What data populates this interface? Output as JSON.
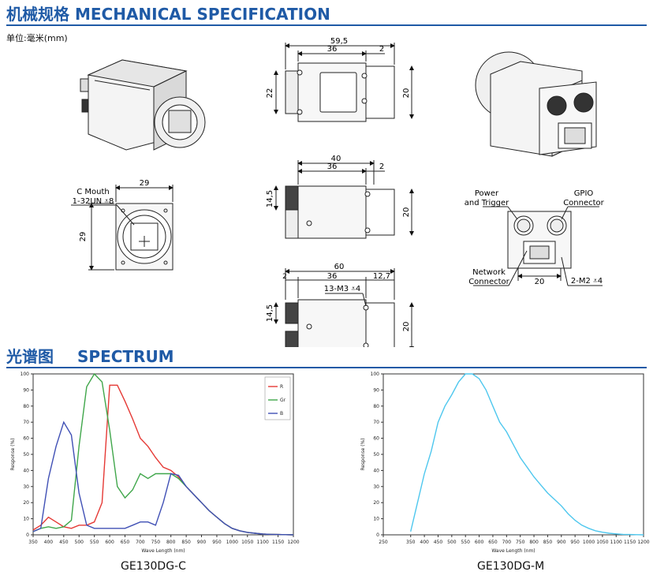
{
  "header": {
    "title_cn": "机械规格",
    "title_en": "MECHANICAL SPECIFICATION",
    "unit_note": "单位:毫米(mm)"
  },
  "mech": {
    "top": {
      "overall": "59,5",
      "body": "36",
      "flange": "2",
      "height_left": "22",
      "height_right": "20"
    },
    "side": {
      "overall": "40",
      "body": "36",
      "flange": "2",
      "height_left": "14,5",
      "height_right": "20"
    },
    "bottom": {
      "overall": "60",
      "left": "2",
      "body": "36",
      "right": "12,7",
      "thread": "13-M3 ⩡4",
      "height_left": "14,5",
      "height_right": "20"
    },
    "front": {
      "mount_line1": "C Mouth",
      "mount_line2": "1-32UN ⩡8",
      "width": "29",
      "height": "29"
    },
    "rear": {
      "power_line1": "Power",
      "power_line2": "and Trigger",
      "gpio_line1": "GPIO",
      "gpio_line2": "Connector",
      "net_line1": "Network",
      "net_line2": "Connector",
      "width": "20",
      "thread": "2-M2 ⩡4"
    }
  },
  "spectrum": {
    "title_cn": "光谱图",
    "title_en": "SPECTRUM"
  },
  "chart_data": [
    {
      "type": "line",
      "caption": "GE130DG-C",
      "xlabel": "Wave Length (nm)",
      "ylabel": "Response (%)",
      "xlim": [
        350,
        1200
      ],
      "ylim": [
        0,
        100
      ],
      "xticks": [
        350,
        400,
        450,
        500,
        550,
        600,
        650,
        700,
        750,
        800,
        850,
        900,
        950,
        1000,
        1050,
        1100,
        1150,
        1200
      ],
      "yticks": [
        0,
        10,
        20,
        30,
        40,
        50,
        60,
        70,
        80,
        90,
        100
      ],
      "grid": false,
      "legend": "top-right",
      "x": [
        350,
        375,
        400,
        425,
        450,
        475,
        500,
        525,
        550,
        575,
        600,
        625,
        650,
        675,
        700,
        725,
        750,
        775,
        800,
        825,
        850,
        875,
        900,
        925,
        950,
        975,
        1000,
        1025,
        1050,
        1075,
        1100,
        1125,
        1150,
        1175,
        1200
      ],
      "series": [
        {
          "name": "R",
          "color": "#e53935",
          "values": [
            3,
            6,
            11,
            8,
            5,
            4,
            6,
            6,
            8,
            20,
            93,
            93,
            83,
            72,
            60,
            55,
            48,
            42,
            40,
            36,
            30,
            25,
            20,
            15,
            11,
            7,
            4,
            2.5,
            1.5,
            1,
            0.5,
            0.3,
            0.2,
            0.1,
            0
          ]
        },
        {
          "name": "Gr",
          "color": "#3fa64a",
          "values": [
            2,
            4,
            5,
            4,
            5,
            9,
            55,
            92,
            100,
            95,
            65,
            30,
            23,
            28,
            38,
            35,
            38,
            38,
            38,
            35,
            30,
            25,
            20,
            15,
            11,
            7,
            4,
            2.5,
            1.5,
            1,
            0.5,
            0.3,
            0.2,
            0.1,
            0
          ]
        },
        {
          "name": "B",
          "color": "#4050b5",
          "values": [
            2,
            4,
            35,
            55,
            70,
            62,
            26,
            6,
            4,
            4,
            4,
            4,
            4,
            6,
            8,
            8,
            6,
            20,
            38,
            37,
            30,
            25,
            20,
            15,
            11,
            7,
            4,
            2.5,
            1.5,
            1,
            0.5,
            0.3,
            0.2,
            0.1,
            0
          ]
        }
      ]
    },
    {
      "type": "line",
      "caption": "GE130DG-M",
      "xlabel": "Wave Length (nm)",
      "ylabel": "Response (%)",
      "xlim": [
        250,
        1200
      ],
      "ylim": [
        0,
        100
      ],
      "xticks": [
        250,
        350,
        400,
        450,
        500,
        550,
        600,
        650,
        700,
        750,
        800,
        850,
        900,
        950,
        1000,
        1050,
        1100,
        1150,
        1200
      ],
      "yticks": [
        0,
        10,
        20,
        30,
        40,
        50,
        60,
        70,
        80,
        90,
        100
      ],
      "grid": false,
      "x": [
        350,
        375,
        400,
        425,
        450,
        475,
        500,
        525,
        550,
        575,
        600,
        625,
        650,
        675,
        700,
        725,
        750,
        775,
        800,
        825,
        850,
        875,
        900,
        925,
        950,
        975,
        1000,
        1025,
        1050,
        1075,
        1100,
        1125,
        1150,
        1175,
        1200
      ],
      "series": [
        {
          "name": "",
          "color": "#4ec7ee",
          "values": [
            2,
            20,
            38,
            52,
            70,
            80,
            87,
            95,
            100,
            100,
            97,
            90,
            80,
            70,
            64,
            56,
            48,
            42,
            36,
            31,
            26,
            22,
            18,
            13,
            9,
            6,
            4,
            2.5,
            1.6,
            1,
            0.6,
            0.3,
            0.2,
            0.1,
            0
          ]
        }
      ]
    }
  ]
}
